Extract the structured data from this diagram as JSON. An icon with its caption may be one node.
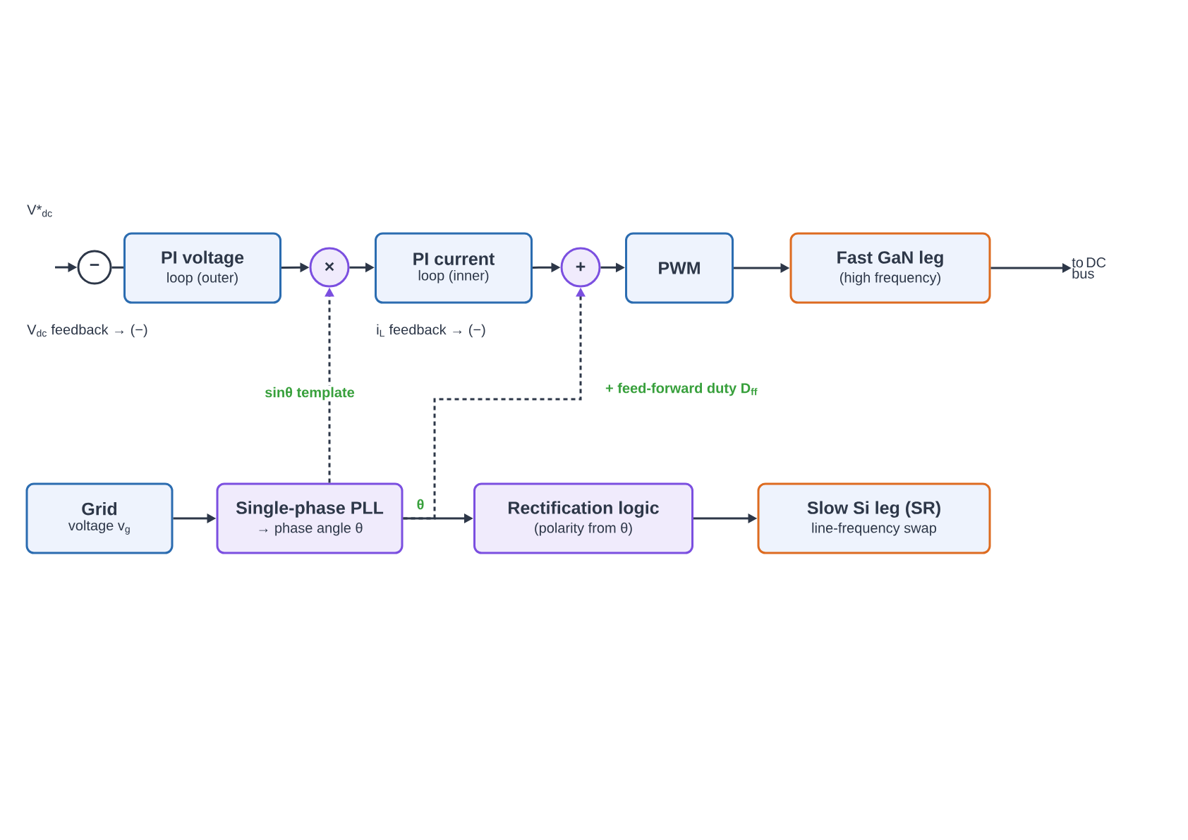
{
  "diagram": {
    "nodes": [
      {
        "text": [
          "−"
        ]
      },
      {
        "text": [
          "PI voltage",
          "loop (outer)"
        ]
      },
      {
        "text": [
          "×"
        ]
      },
      {
        "text": [
          "PI current",
          "loop (inner)"
        ]
      },
      {
        "text": [
          "+"
        ]
      },
      {
        "text": [
          "PWM"
        ]
      },
      {
        "text": [
          "Fast GaN leg",
          "(high frequency)"
        ]
      },
      {
        "text": [
          "to DC bus"
        ]
      },
      {
        "text": [
          "Grid",
          "voltage v$_{g}$"
        ]
      },
      {
        "text": [
          "Single-phase PLL",
          "→ phase angle θ"
        ]
      },
      {
        "text": [
          "Rectification logic",
          "(polarity from θ)"
        ]
      },
      {
        "text": [
          "Slow Si leg (SR)",
          "line-frequency swap"
        ]
      }
    ],
    "edges": [
      {
        "from": null,
        "to": 0,
        "arrow": "to"
      },
      {
        "from": 0,
        "to": 1,
        "arrow": "none"
      },
      {
        "from": 1,
        "to": 2,
        "arrow": "to"
      },
      {
        "from": 2,
        "to": 3,
        "arrow": "to"
      },
      {
        "from": 3,
        "to": 4,
        "arrow": "to"
      },
      {
        "from": 4,
        "to": 5,
        "arrow": "to"
      },
      {
        "from": 5,
        "to": 6,
        "arrow": "to"
      },
      {
        "from": 6,
        "to": 7,
        "arrow": "to"
      },
      {
        "from": 8,
        "to": 9,
        "arrow": "to"
      },
      {
        "from": 9,
        "to": 10,
        "arrow": "to",
        "label": "θ"
      },
      {
        "from": 10,
        "to": 11,
        "arrow": "to"
      },
      {
        "from": 9,
        "to": 2,
        "arrow": "to",
        "style": "dashed",
        "label": "sinθ template"
      },
      {
        "from": 9,
        "to": 4,
        "arrow": "to",
        "style": "dashed",
        "label": "+ feed-forward duty D$_{ff}$"
      }
    ],
    "labels": [
      "V*$_{dc}$",
      "V$_{dc}$ feedback → (−)",
      "i$_{L}$ feedback → (−)"
    ]
  }
}
